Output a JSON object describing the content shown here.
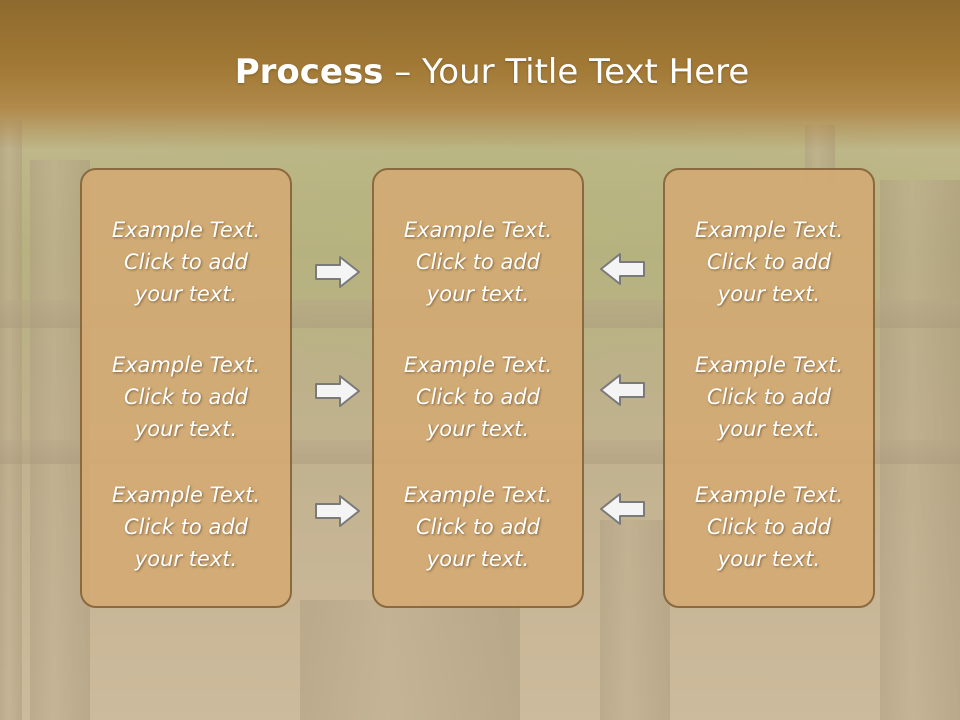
{
  "title": {
    "bold": "Process",
    "rest": " – Your Title Text Here"
  },
  "panels": [
    {
      "items": [
        {
          "line1": "Example Text.",
          "line2": "Click  to add",
          "line3": "your text."
        },
        {
          "line1": "Example Text.",
          "line2": "Click  to add",
          "line3": "your text."
        },
        {
          "line1": "Example Text.",
          "line2": "Click  to add",
          "line3": "your text."
        }
      ]
    },
    {
      "items": [
        {
          "line1": "Example Text.",
          "line2": "Click  to add",
          "line3": "your text."
        },
        {
          "line1": "Example Text.",
          "line2": "Click  to add",
          "line3": "your text."
        },
        {
          "line1": "Example Text.",
          "line2": "Click  to add",
          "line3": "your text."
        }
      ]
    },
    {
      "items": [
        {
          "line1": "Example Text.",
          "line2": "Click  to add",
          "line3": "your text."
        },
        {
          "line1": "Example Text.",
          "line2": "Click  to add",
          "line3": "your text."
        },
        {
          "line1": "Example Text.",
          "line2": "Click  to add",
          "line3": "your text."
        }
      ]
    }
  ],
  "arrows": {
    "left_column": [
      "right-arrow-icon",
      "right-arrow-icon",
      "right-arrow-icon"
    ],
    "right_column": [
      "left-arrow-icon",
      "left-arrow-icon",
      "left-arrow-icon"
    ]
  },
  "colors": {
    "header": "#a27935",
    "panel_fill": "#d4aa73",
    "panel_border": "#8a6a3e",
    "text": "#ffffff"
  }
}
